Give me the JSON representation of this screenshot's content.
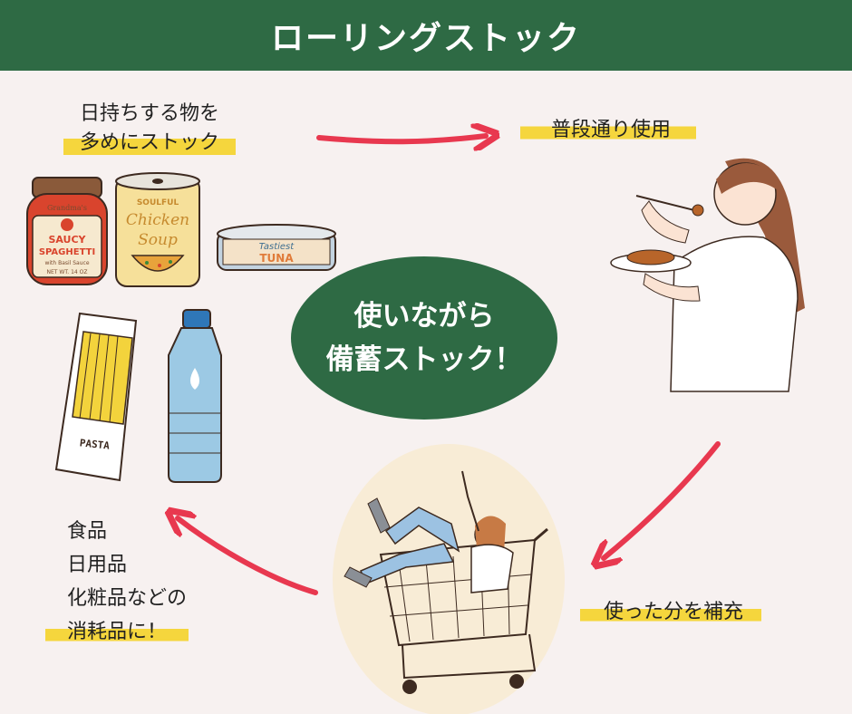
{
  "header": {
    "title": "ローリングストック"
  },
  "center": {
    "line1": "使いながら",
    "line2": "備蓄ストック！"
  },
  "steps": {
    "stock_line1": "日持ちする物を",
    "stock_line2": "多めにストック",
    "use": "普段通り使用",
    "refill": "使った分を補充"
  },
  "items": {
    "line1": "食品",
    "line2": "日用品",
    "line3": "化粧品などの",
    "line4": "消耗品に！"
  },
  "illustrations": {
    "jar_brand": "Grandma's",
    "jar_label1": "SAUCY",
    "jar_label2": "SPAGHETTI",
    "jar_sub": "with Basil Sauce",
    "jar_weight": "NET WT. 14 OZ",
    "can_top": "SOULFUL",
    "can_label1": "Chicken",
    "can_label2": "Soup",
    "tuna_label1": "Tastiest",
    "tuna_label2": "TUNA",
    "pasta_label": "PASTA"
  },
  "colors": {
    "header": "#2e6a44",
    "marker": "#f5d63d",
    "arrow": "#e8384f",
    "background": "#f7f1f0"
  }
}
